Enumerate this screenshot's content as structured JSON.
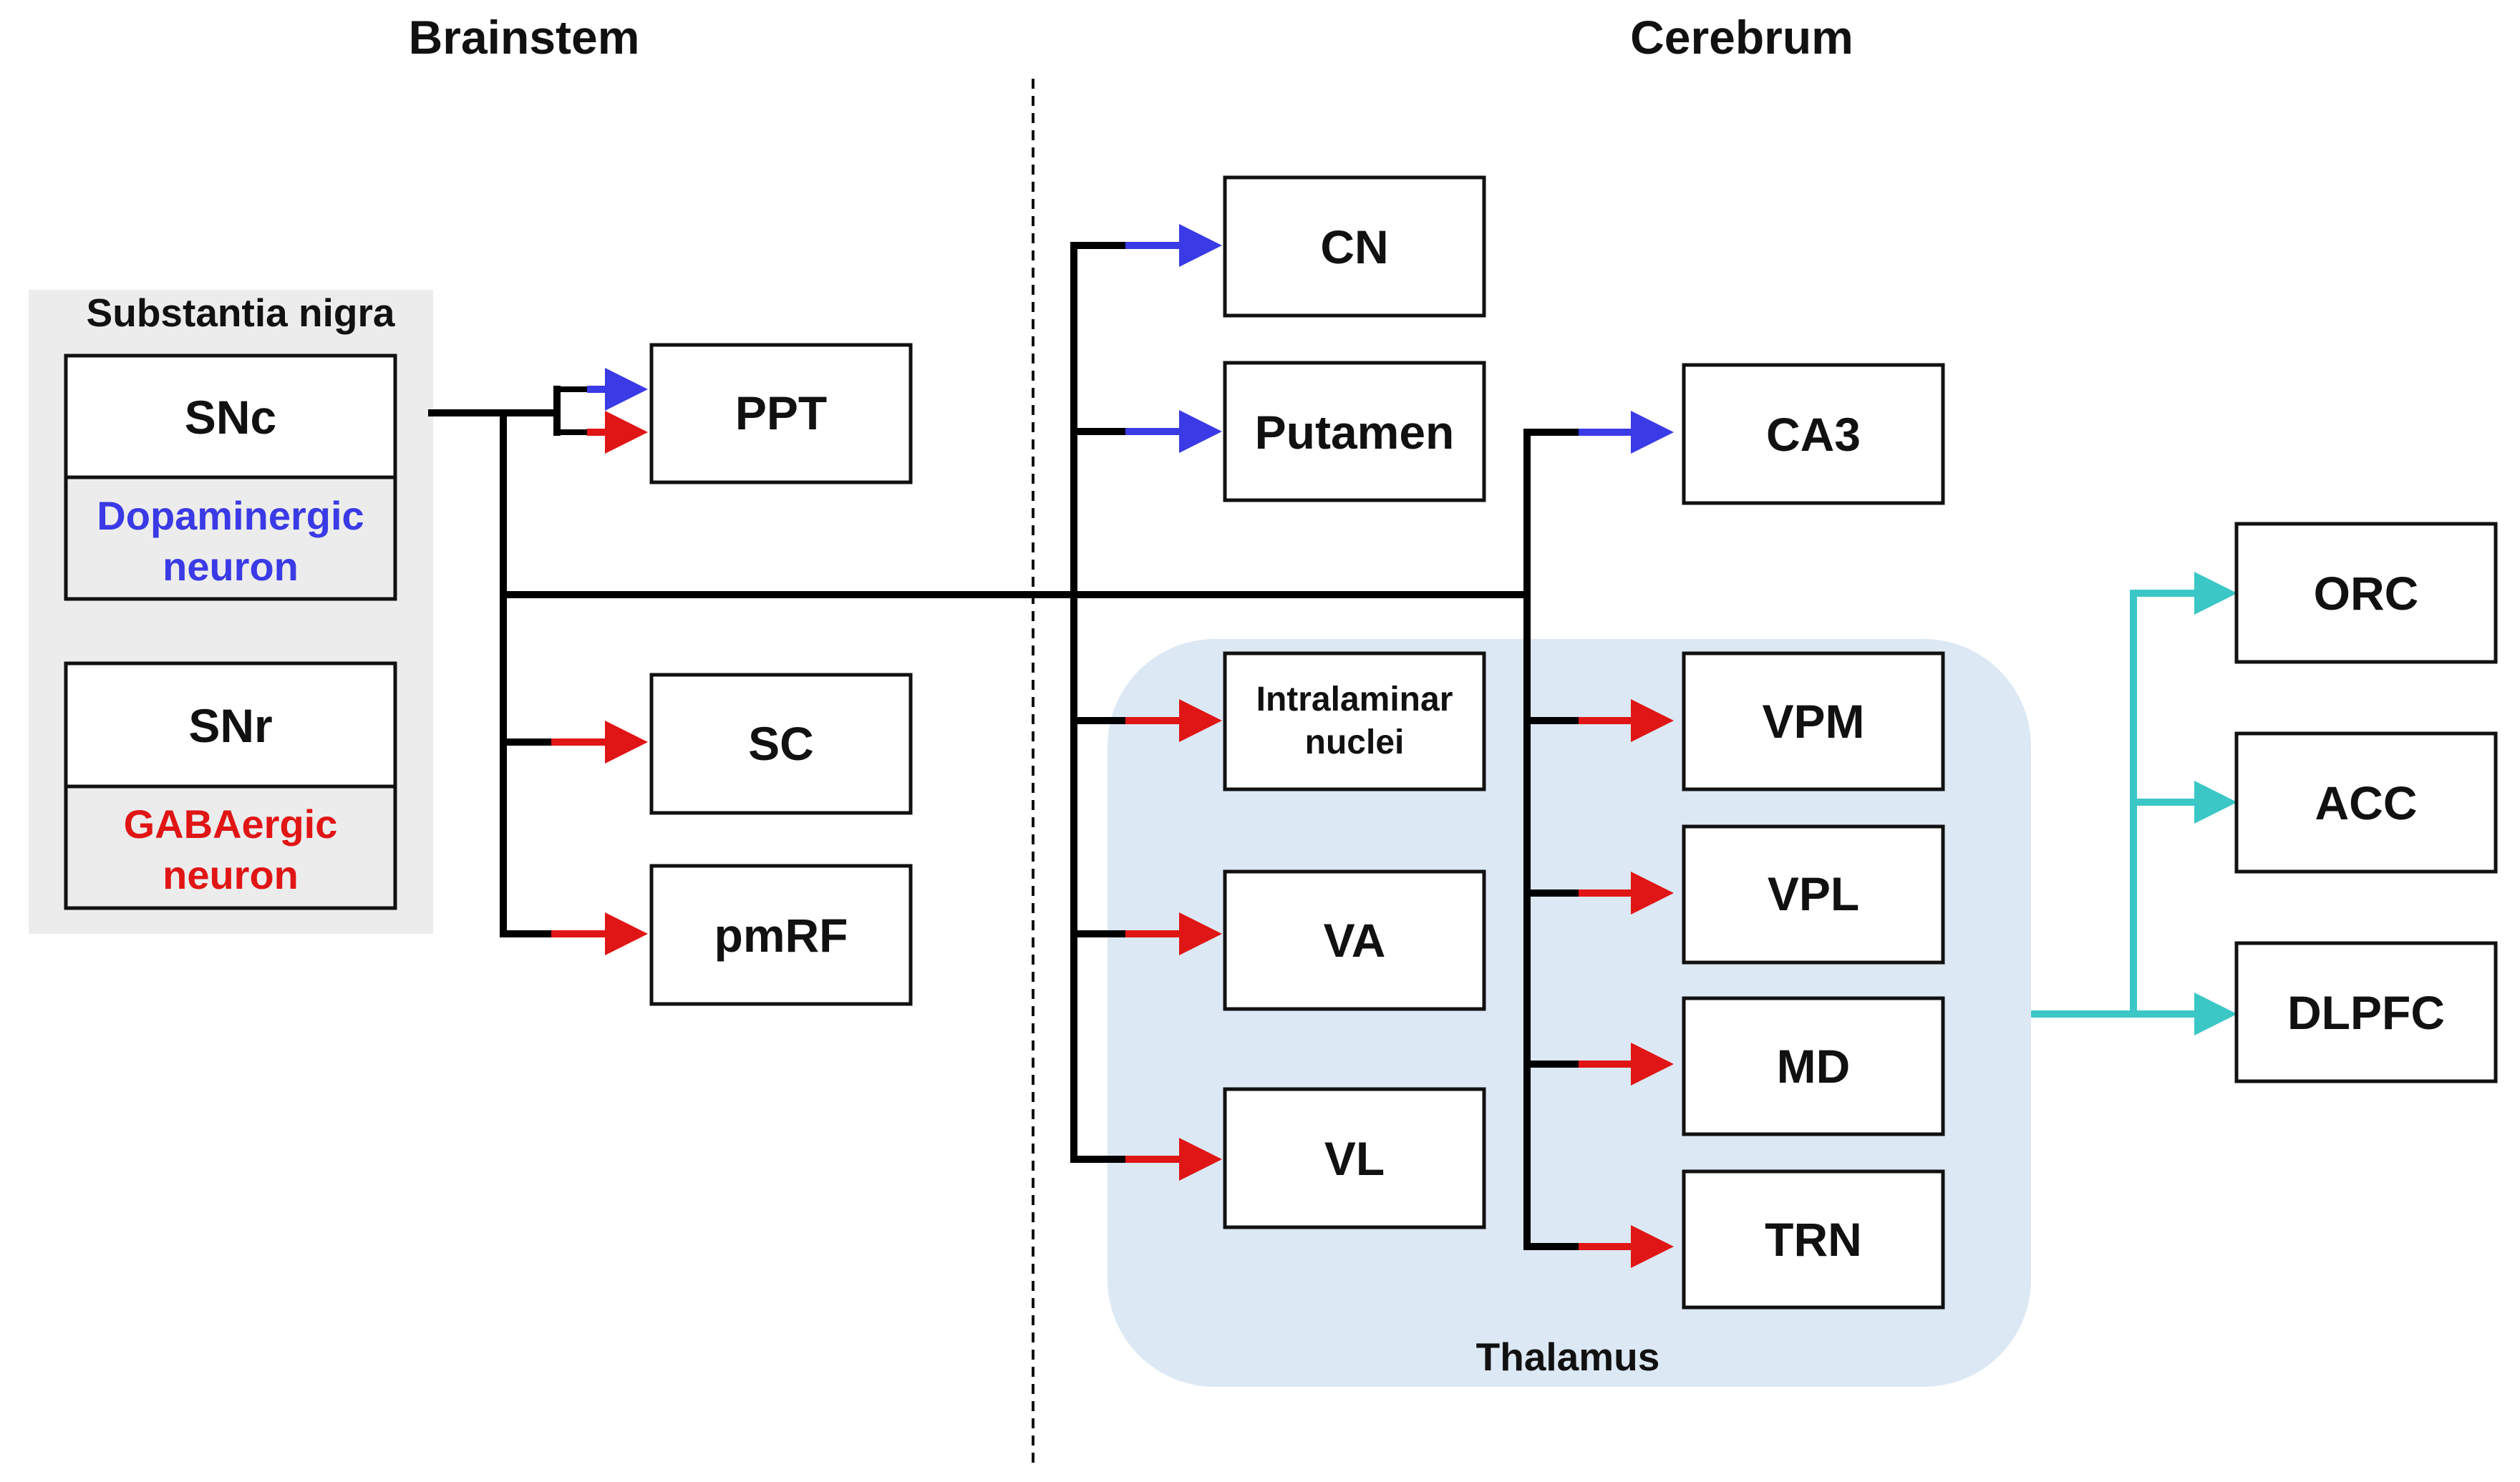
{
  "headers": {
    "left": "Brainstem",
    "right": "Cerebrum"
  },
  "groups": {
    "substantia_nigra": "Substantia nigra",
    "thalamus": "Thalamus"
  },
  "source_nodes": {
    "snc": {
      "label": "SNc",
      "subtitle": [
        "Dopaminergic",
        "neuron"
      ]
    },
    "snr": {
      "label": "SNr",
      "subtitle": [
        "GABAergic",
        "neuron"
      ]
    }
  },
  "target_nodes": {
    "ppt": "PPT",
    "sc": "SC",
    "pmrf": "pmRF",
    "cn": "CN",
    "putamen": "Putamen",
    "intralaminar": [
      "Intralaminar",
      "nuclei"
    ],
    "va": "VA",
    "vl": "VL",
    "ca3": "CA3",
    "vpm": "VPM",
    "vpl": "VPL",
    "md": "MD",
    "trn": "TRN",
    "orc": "ORC",
    "acc": "ACC",
    "dlpfc": "DLPFC"
  },
  "pathway_colors": {
    "dopaminergic": "#3a3ae6",
    "gabaergic": "#e01515",
    "thalamocortical": "#3cc7c7",
    "shared": "#000000",
    "snc_text": "#3a3ae6",
    "snr_text": "#e01515",
    "substantia_nigra_bg": "#ececec",
    "thalamus_bg": "#dce8f4"
  },
  "connections": [
    {
      "from": "substantia_nigra",
      "to": "PPT",
      "pathway": "dopaminergic"
    },
    {
      "from": "substantia_nigra",
      "to": "PPT",
      "pathway": "gabaergic"
    },
    {
      "from": "substantia_nigra",
      "to": "SC",
      "pathway": "gabaergic"
    },
    {
      "from": "substantia_nigra",
      "to": "pmRF",
      "pathway": "gabaergic"
    },
    {
      "from": "substantia_nigra",
      "to": "CN",
      "pathway": "dopaminergic"
    },
    {
      "from": "substantia_nigra",
      "to": "Putamen",
      "pathway": "dopaminergic"
    },
    {
      "from": "substantia_nigra",
      "to": "Intralaminar nuclei",
      "pathway": "gabaergic"
    },
    {
      "from": "substantia_nigra",
      "to": "VA",
      "pathway": "gabaergic"
    },
    {
      "from": "substantia_nigra",
      "to": "VL",
      "pathway": "gabaergic"
    },
    {
      "from": "substantia_nigra",
      "to": "CA3",
      "pathway": "dopaminergic"
    },
    {
      "from": "substantia_nigra",
      "to": "VPM",
      "pathway": "gabaergic"
    },
    {
      "from": "substantia_nigra",
      "to": "VPL",
      "pathway": "gabaergic"
    },
    {
      "from": "substantia_nigra",
      "to": "MD",
      "pathway": "gabaergic"
    },
    {
      "from": "substantia_nigra",
      "to": "TRN",
      "pathway": "gabaergic"
    },
    {
      "from": "Thalamus",
      "to": "ORC",
      "pathway": "thalamocortical"
    },
    {
      "from": "Thalamus",
      "to": "ACC",
      "pathway": "thalamocortical"
    },
    {
      "from": "Thalamus",
      "to": "DLPFC",
      "pathway": "thalamocortical"
    }
  ]
}
